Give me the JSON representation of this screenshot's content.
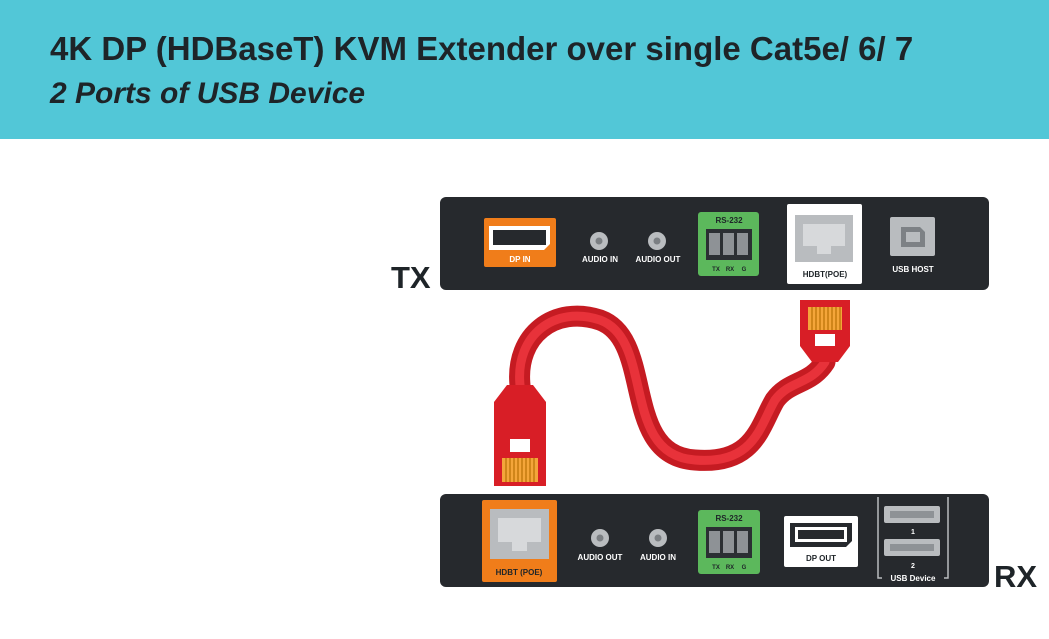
{
  "header": {
    "title": "4K DP (HDBaseT) KVM Extender over single Cat5e/ 6/ 7",
    "subtitle": "2 Ports of USB Device"
  },
  "tx": {
    "label": "TX",
    "ports": {
      "dp_in": "DP IN",
      "audio_in": "AUDIO IN",
      "audio_out": "AUDIO OUT",
      "rs232": "RS-232",
      "rs232_pins": [
        "TX",
        "RX",
        "G"
      ],
      "hdbt": "HDBT(POE)",
      "usb_host": "USB HOST"
    }
  },
  "rx": {
    "label": "RX",
    "ports": {
      "hdbt": "HDBT (POE)",
      "audio_out": "AUDIO OUT",
      "audio_in": "AUDIO IN",
      "rs232": "RS-232",
      "rs232_pins": [
        "TX",
        "RX",
        "G"
      ],
      "dp_out": "DP OUT",
      "usb_1": "1",
      "usb_2": "2",
      "usb_device": "USB Device"
    }
  },
  "colors": {
    "header_bg": "#52c7d7",
    "device_body": "#26292d",
    "highlight_orange": "#f07d1a",
    "rs232_green": "#5cb85c",
    "cable_red": "#d81e26",
    "connector_gold": "#f0b43c"
  }
}
